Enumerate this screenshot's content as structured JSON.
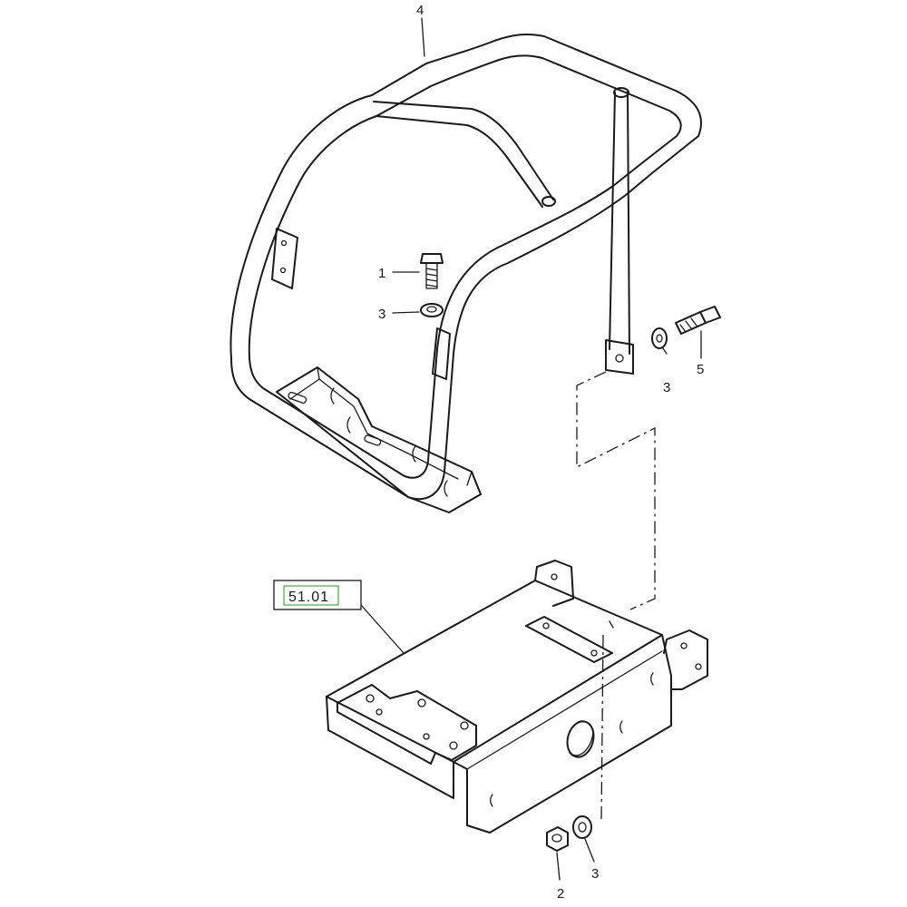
{
  "callouts": {
    "c1": "1",
    "c2": "2",
    "c3a": "3",
    "c3b": "3",
    "c3c": "3",
    "c4": "4",
    "c5": "5"
  },
  "reference_box": {
    "label": "51.01",
    "highlight_color": "#3fae3f"
  }
}
